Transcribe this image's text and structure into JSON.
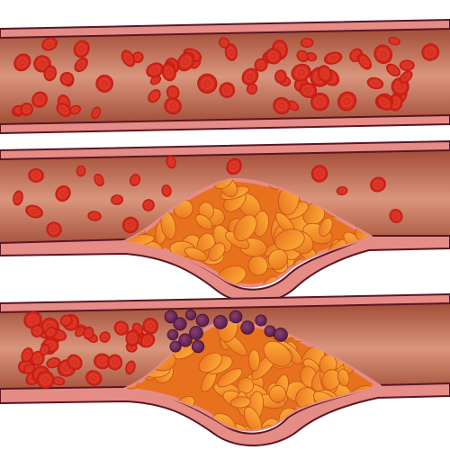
{
  "colors": {
    "background": "#ffffff",
    "vessel_edge": "#5a1522",
    "vessel_wall": "#e58c86",
    "vessel_wall_light": "#f2b3a8",
    "lumen_light": "#d9967c",
    "lumen_dark": "#a04a35",
    "rbc_rim": "#c31a12",
    "rbc_mid": "#e8412c",
    "rbc_center": "#f06a4f",
    "fat_light": "#ffb13b",
    "fat_dark": "#e8711d",
    "fat_outline": "#c7561a",
    "platelet": "#5b1f4a",
    "platelet_light": "#8a3f73"
  },
  "panels": [
    {
      "name": "healthy-artery",
      "stage": "healthy"
    },
    {
      "name": "plaque-artery",
      "stage": "plaque"
    },
    {
      "name": "thrombus-artery",
      "stage": "thrombus"
    }
  ],
  "icons": {
    "red_blood_cell": "red-blood-cell-icon",
    "fat_deposit": "fat-deposit-icon",
    "platelet": "platelet-icon"
  }
}
